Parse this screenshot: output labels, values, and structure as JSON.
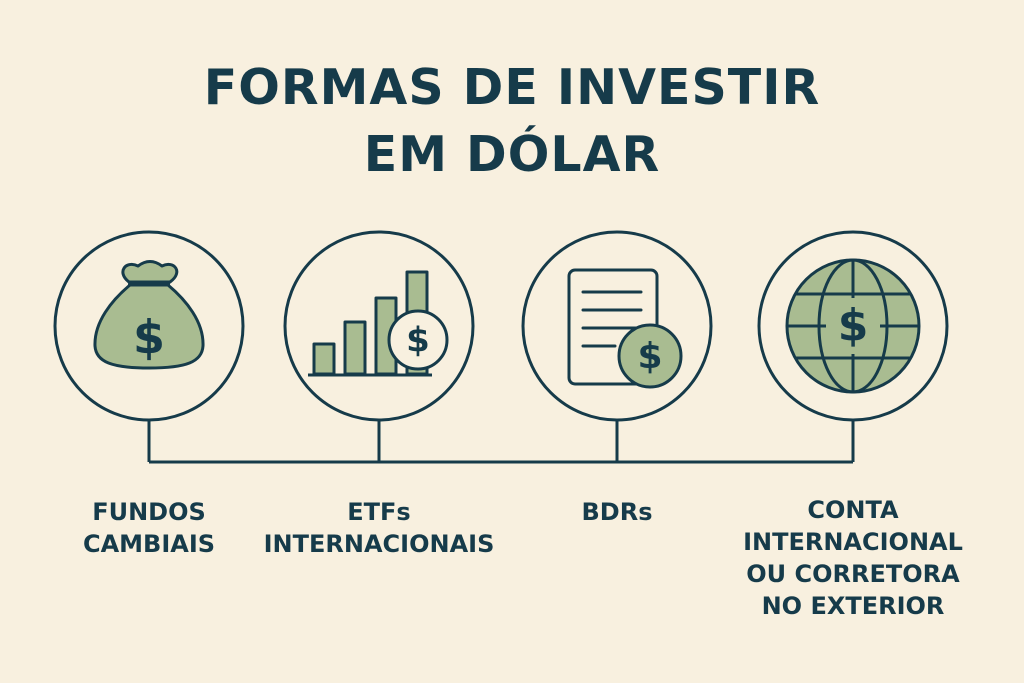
{
  "title": {
    "line1": "FORMAS DE INVESTIR",
    "line2": "EM DÓLAR"
  },
  "items": [
    {
      "label_lines": [
        "FUNDOS",
        "CAMBIAIS"
      ],
      "icon": "money-bag-icon"
    },
    {
      "label_lines": [
        "ETFs",
        "INTERNACIONAIS"
      ],
      "icon": "bar-chart-dollar-icon"
    },
    {
      "label_lines": [
        "BDRs"
      ],
      "icon": "document-dollar-icon"
    },
    {
      "label_lines": [
        "CONTA",
        "INTERNACIONAL",
        "OU CORRETORA",
        "NO EXTERIOR"
      ],
      "icon": "globe-dollar-icon"
    }
  ],
  "icon_symbol": "$",
  "colors": {
    "background": "#f8f0df",
    "ink": "#163b4a",
    "accent": "#a9bc91"
  }
}
